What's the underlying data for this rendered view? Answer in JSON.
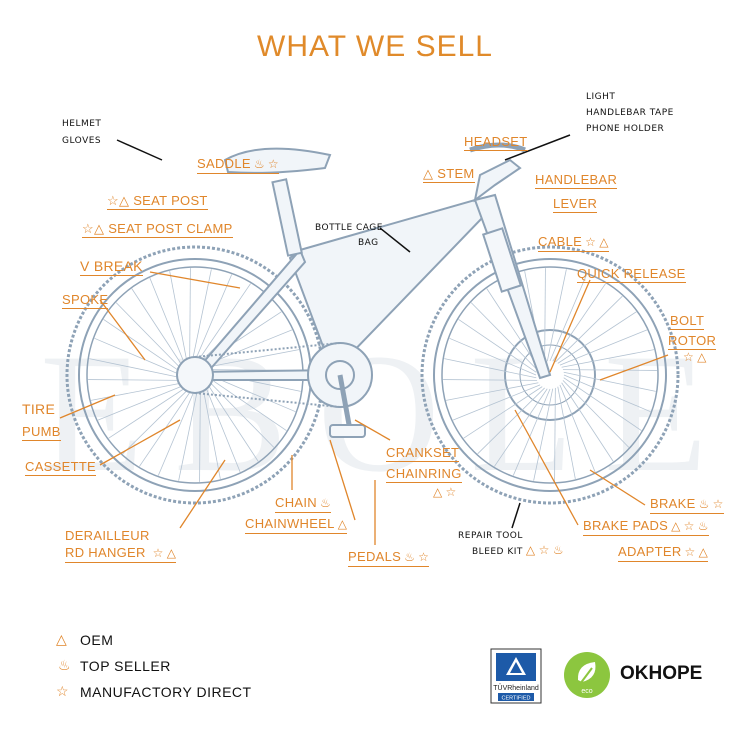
{
  "title": "WHAT WE SELL",
  "parts": {
    "saddle": "SADDLE",
    "seat_post": "SEAT POST",
    "seat_post_clamp": "SEAT POST CLAMP",
    "v_break": "V BREAK",
    "spoke": "SPOKE",
    "tire": "TIRE",
    "pumb": "PUMB",
    "cassette": "CASSETTE",
    "chain": "CHAIN",
    "chainwheel": "CHAINWHEEL",
    "derailleur": "DERAILLEUR",
    "rd_hanger": "RD HANGER",
    "pedals": "PEDALS",
    "crankset": "CRANKSET",
    "chainring": "CHAINRING",
    "headset": "HEADSET",
    "stem": "STEM",
    "handlebar": "HANDLEBAR",
    "lever": "LEVER",
    "cable": "CABLE",
    "quick_release": "QUICK RELEASE",
    "bolt": "BOLT",
    "rotor": "ROTOR",
    "brake": "BRAKE",
    "brake_pads": "BRAKE PADS",
    "adapter": "ADAPTER"
  },
  "notes": {
    "helmet": "HELMET",
    "gloves": "GLOVES",
    "light": "LIGHT",
    "handlebar_tape": "HANDLEBAR TAPE",
    "phone_holder": "PHONE HOLDER",
    "bottle_cage": "BOTTLE CAGE",
    "bag": "BAG",
    "repair_tool": "REPAIR TOOL",
    "bleed_kit": "BLEED KIT"
  },
  "legend": {
    "oem": "OEM",
    "top_seller": "TOP SELLER",
    "manufactory_direct": "MANUFACTORY DIRECT"
  },
  "symbols": {
    "oem": "△",
    "top_seller": "♨",
    "direct": "☆"
  },
  "certificate": {
    "line1": "TÜVRheinland",
    "line2": "CERTIFIED"
  },
  "brand": {
    "name": "OKHOPE",
    "badge": "eco"
  },
  "watermark": "EBOLE",
  "colors": {
    "accent": "#e0862b",
    "bike": "#9bb0c4",
    "eco": "#8cc63f"
  }
}
